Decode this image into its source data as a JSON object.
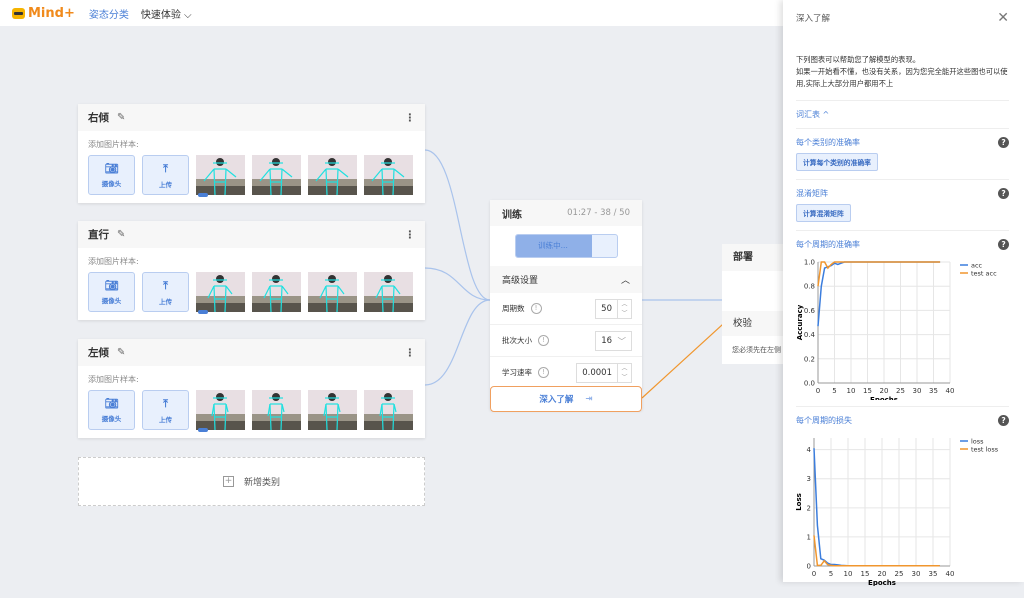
{
  "header": {
    "logo": "Mind+",
    "nav": [
      "姿态分类",
      "快速体验"
    ],
    "nav_dropdown_icon": "chevron-down-icon"
  },
  "classes": [
    {
      "name": "右倾",
      "add_label": "添加图片样本:",
      "camera": "摄像头",
      "upload": "上传",
      "samples": 4
    },
    {
      "name": "直行",
      "add_label": "添加图片样本:",
      "camera": "摄像头",
      "upload": "上传",
      "samples": 4
    },
    {
      "name": "左倾",
      "add_label": "添加图片样本:",
      "camera": "摄像头",
      "upload": "上传",
      "samples": 4
    }
  ],
  "add_class": "新增类别",
  "train": {
    "title": "训练",
    "time": "01:27 - 38 / 50",
    "progress_label": "训练中...",
    "progress": 0.76,
    "advanced": "高级设置",
    "params": [
      {
        "label": "周期数",
        "value": "50"
      },
      {
        "label": "批次大小",
        "value": "16"
      },
      {
        "label": "学习速率",
        "value": "0.0001"
      }
    ],
    "learn_more": "深入了解"
  },
  "deploy": {
    "title": "部署",
    "verify": "校验",
    "hint": "您必须先在左侧"
  },
  "drawer": {
    "title": "深入了解",
    "desc1": "下列图表可以帮助您了解模型的表现。",
    "desc2": "如果一开始看不懂，也没有关系，因为您完全能开这些图也可以使用,实际上大部分用户都用不上",
    "glossary": "词汇表 ^",
    "per_class": "每个类别的准确率",
    "per_class_btn": "计算每个类别的准确率",
    "confusion": "混淆矩阵",
    "confusion_btn": "计算混淆矩阵",
    "acc_title": "每个周期的准确率",
    "loss_title": "每个周期的损失"
  },
  "chart_data": [
    {
      "type": "line",
      "title": "每个周期的准确率",
      "xlabel": "Epochs",
      "ylabel": "Accuracy",
      "xlim": [
        0,
        40
      ],
      "ylim": [
        0,
        1
      ],
      "xticks": [
        0,
        5,
        10,
        15,
        20,
        25,
        30,
        35,
        40
      ],
      "yticks": [
        "0.0",
        "0.2",
        "0.4",
        "0.6",
        "0.8",
        "1.0"
      ],
      "legend": "top-right",
      "series": [
        {
          "name": "acc",
          "color": "#3b7ddd",
          "x": [
            0,
            1,
            2,
            3,
            4,
            5,
            6,
            7,
            8,
            10,
            15,
            20,
            25,
            30,
            37
          ],
          "y": [
            0.47,
            0.8,
            0.95,
            0.96,
            0.97,
            0.99,
            0.98,
            0.99,
            1,
            1,
            1,
            1,
            1,
            1,
            1
          ]
        },
        {
          "name": "test acc",
          "color": "#f0962e",
          "x": [
            0,
            1,
            2,
            3,
            4,
            5,
            6,
            10,
            15,
            20,
            25,
            30,
            37
          ],
          "y": [
            0.8,
            1,
            1,
            0.95,
            0.98,
            1,
            1,
            1,
            1,
            1,
            1,
            1,
            1
          ]
        }
      ]
    },
    {
      "type": "line",
      "title": "每个周期的损失",
      "xlabel": "Epochs",
      "ylabel": "Loss",
      "xlim": [
        0,
        40
      ],
      "ylim": [
        0,
        4.4
      ],
      "xticks": [
        0,
        5,
        10,
        15,
        20,
        25,
        30,
        35,
        40
      ],
      "yticks": [
        "0",
        "1",
        "2",
        "3",
        "4"
      ],
      "legend": "top-right",
      "series": [
        {
          "name": "loss",
          "color": "#3b7ddd",
          "x": [
            0,
            1,
            2,
            3,
            4,
            5,
            6,
            7,
            8,
            10,
            20,
            37
          ],
          "y": [
            4.05,
            1.4,
            0.25,
            0.2,
            0.1,
            0.05,
            0.05,
            0.04,
            0.02,
            0.01,
            0.01,
            0.01
          ]
        },
        {
          "name": "test loss",
          "color": "#f0962e",
          "x": [
            0,
            1,
            2,
            3,
            4,
            5,
            6,
            10,
            20,
            37
          ],
          "y": [
            1.05,
            0.02,
            0.02,
            0.18,
            0.05,
            0.02,
            0.01,
            0.01,
            0.01,
            0.01
          ]
        }
      ]
    }
  ]
}
